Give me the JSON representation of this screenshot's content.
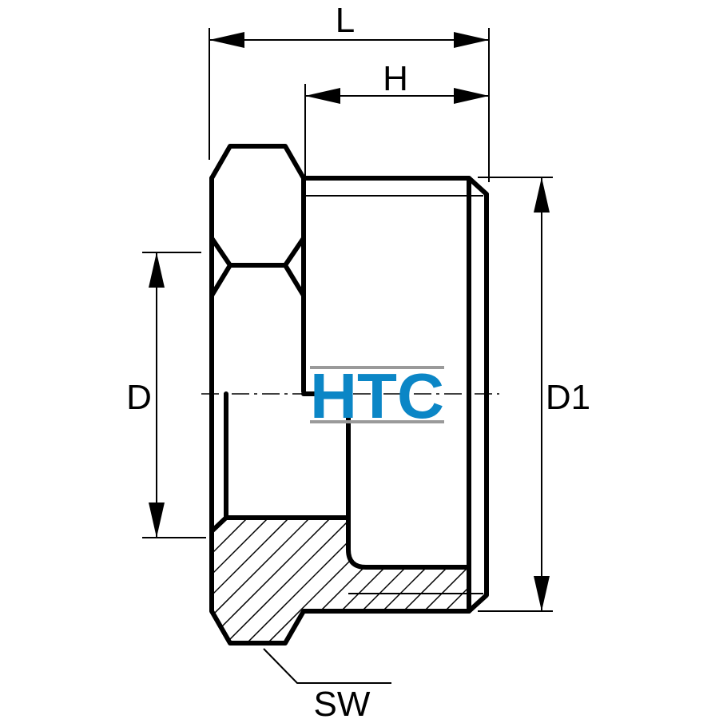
{
  "labels": {
    "L": "L",
    "H": "H",
    "D": "D",
    "D1": "D1",
    "SW": "SW"
  },
  "logo": {
    "text": "HTC",
    "color": "#0b86c6",
    "bar_color": "#9a9a9a"
  }
}
